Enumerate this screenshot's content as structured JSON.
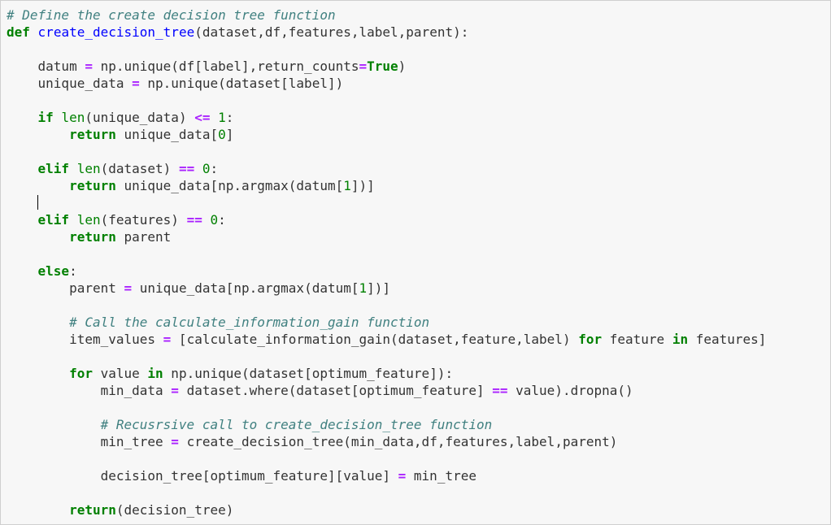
{
  "code": {
    "l1_comment": "# Define the create decision tree function",
    "l2_def": "def",
    "l2_name": "create_decision_tree",
    "l2_params": "(dataset,df,features,label,parent):",
    "l4_a": "datum ",
    "l4_eq": "=",
    "l4_b": " np.unique(df[label],return_counts",
    "l4_eq2": "=",
    "l4_true": "True",
    "l4_c": ")",
    "l5_a": "unique_data ",
    "l5_eq": "=",
    "l5_b": " np.unique(dataset[label])",
    "l7_if": "if",
    "l7_len": "len",
    "l7_b": "(unique_data) ",
    "l7_op": "<=",
    "l7_num": "1",
    "l7_c": ":",
    "l8_ret": "return",
    "l8_b": " unique_data[",
    "l8_num": "0",
    "l8_c": "]",
    "l10_elif": "elif",
    "l10_len": "len",
    "l10_b": "(dataset) ",
    "l10_op": "==",
    "l10_num": "0",
    "l10_c": ":",
    "l11_ret": "return",
    "l11_b": " unique_data[np.argmax(datum[",
    "l11_num": "1",
    "l11_c": "])]",
    "l13_elif": "elif",
    "l13_len": "len",
    "l13_b": "(features) ",
    "l13_op": "==",
    "l13_num": "0",
    "l13_c": ":",
    "l14_ret": "return",
    "l14_b": " parent",
    "l16_else": "else",
    "l16_c": ":",
    "l17_a": "parent ",
    "l17_eq": "=",
    "l17_b": " unique_data[np.argmax(datum[",
    "l17_num": "1",
    "l17_c": "])]",
    "l19_comment": "# Call the calculate_information_gain function",
    "l20_a": "item_values ",
    "l20_eq": "=",
    "l20_b": " [calculate_information_gain(dataset,feature,label) ",
    "l20_for": "for",
    "l20_c": " feature ",
    "l20_in": "in",
    "l20_d": " features]",
    "l22_for": "for",
    "l22_b": " value ",
    "l22_in": "in",
    "l22_c": " np.unique(dataset[optimum_feature]):",
    "l23_a": "min_data ",
    "l23_eq": "=",
    "l23_b": " dataset.where(dataset[optimum_feature] ",
    "l23_op": "==",
    "l23_c": " value).dropna()",
    "l25_comment": "# Recusrsive call to create_decision_tree function",
    "l26_a": "min_tree ",
    "l26_eq": "=",
    "l26_b": " create_decision_tree(min_data,df,features,label,parent)",
    "l28_a": "decision_tree[optimum_feature][value] ",
    "l28_eq": "=",
    "l28_b": " min_tree",
    "l30_ret": "return",
    "l30_b": "(decision_tree)"
  },
  "colors": {
    "comment": "#408080",
    "keyword": "#008000",
    "function_name": "#0000ff",
    "operator": "#aa22ff",
    "text": "#333333",
    "cell_background": "#f7f7f7",
    "cell_border": "#cfcfcf"
  }
}
